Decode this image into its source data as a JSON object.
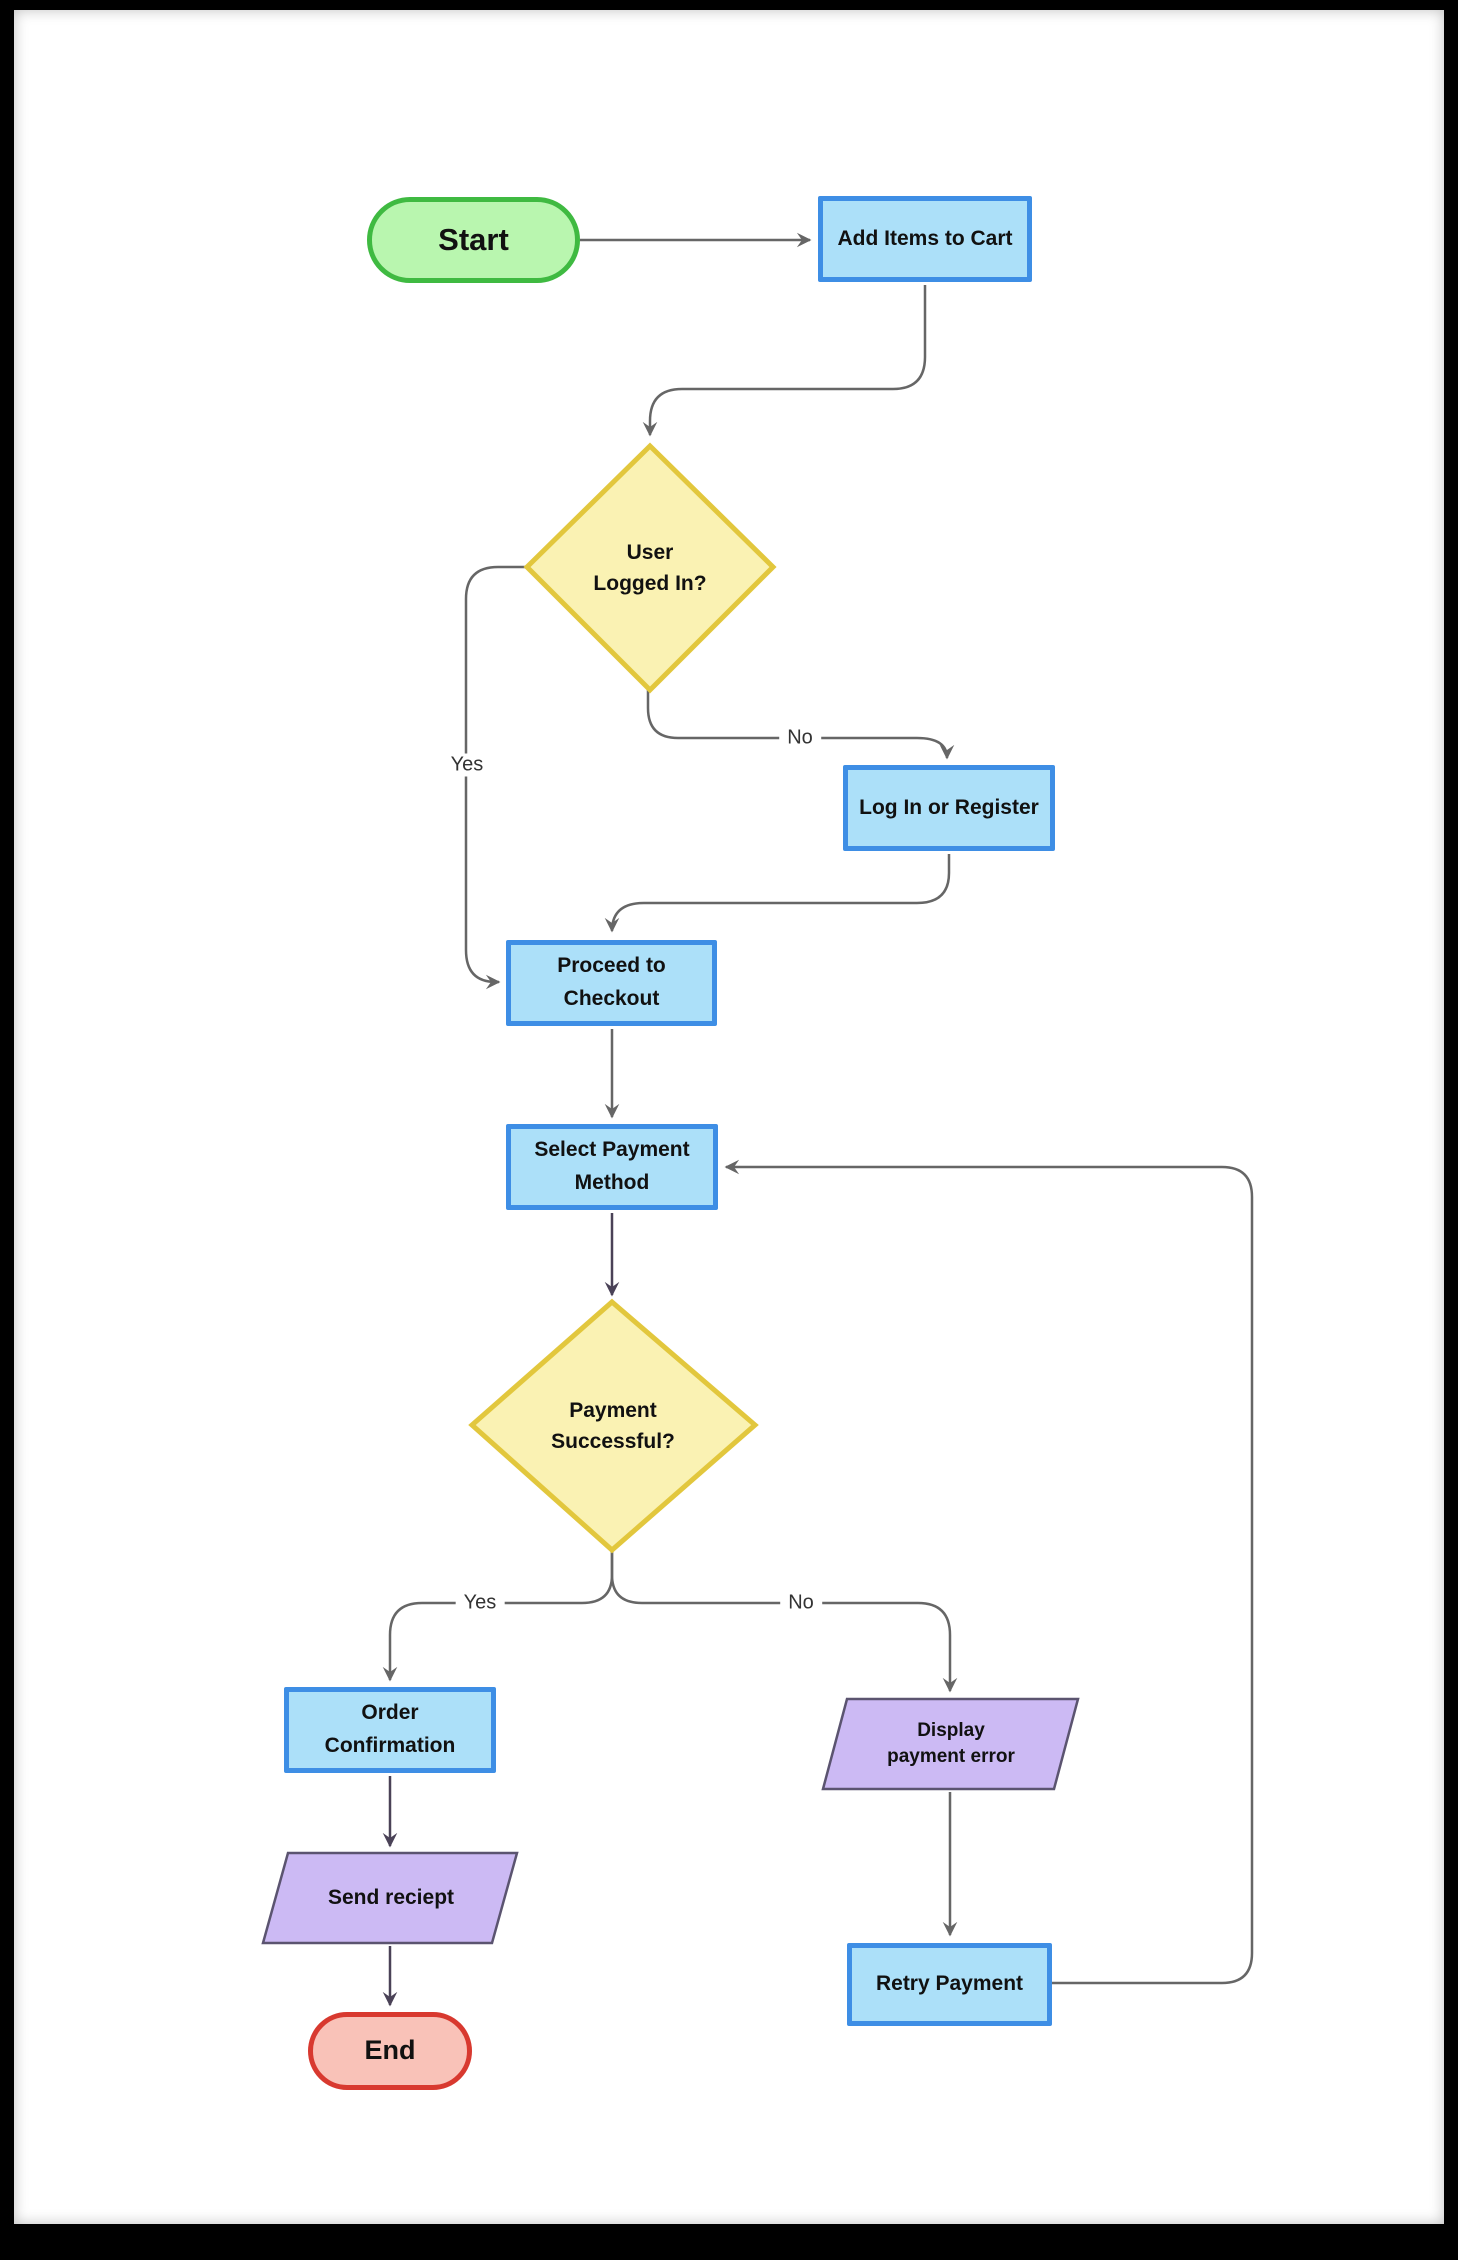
{
  "diagram": {
    "type": "flowchart",
    "nodes": {
      "start": {
        "label": "Start",
        "shape": "terminator"
      },
      "add_items": {
        "label": "Add Items to Cart",
        "shape": "process"
      },
      "user_logged_in": {
        "label": "User\nLogged In?",
        "shape": "decision"
      },
      "login_register": {
        "label": "Log In or Register",
        "shape": "process"
      },
      "proceed_checkout": {
        "label": "Proceed to\nCheckout",
        "shape": "process"
      },
      "select_payment": {
        "label": "Select Payment\nMethod",
        "shape": "process"
      },
      "payment_successful": {
        "label": "Payment\nSuccessful?",
        "shape": "decision"
      },
      "order_confirmation": {
        "label": "Order\nConfirmation",
        "shape": "process"
      },
      "send_receipt": {
        "label": "Send reciept",
        "shape": "io"
      },
      "end": {
        "label": "End",
        "shape": "terminator"
      },
      "display_error": {
        "label": "Display\npayment error",
        "shape": "io"
      },
      "retry_payment": {
        "label": "Retry Payment",
        "shape": "process"
      }
    },
    "edges": [
      {
        "from": "start",
        "to": "add_items",
        "label": ""
      },
      {
        "from": "add_items",
        "to": "user_logged_in",
        "label": ""
      },
      {
        "from": "user_logged_in",
        "to": "proceed_checkout",
        "label": "Yes"
      },
      {
        "from": "user_logged_in",
        "to": "login_register",
        "label": "No"
      },
      {
        "from": "login_register",
        "to": "proceed_checkout",
        "label": ""
      },
      {
        "from": "proceed_checkout",
        "to": "select_payment",
        "label": ""
      },
      {
        "from": "select_payment",
        "to": "payment_successful",
        "label": ""
      },
      {
        "from": "payment_successful",
        "to": "order_confirmation",
        "label": "Yes"
      },
      {
        "from": "payment_successful",
        "to": "display_error",
        "label": "No"
      },
      {
        "from": "order_confirmation",
        "to": "send_receipt",
        "label": ""
      },
      {
        "from": "send_receipt",
        "to": "end",
        "label": ""
      },
      {
        "from": "display_error",
        "to": "retry_payment",
        "label": ""
      },
      {
        "from": "retry_payment",
        "to": "select_payment",
        "label": ""
      }
    ],
    "edge_labels": {
      "user_yes": "Yes",
      "user_no": "No",
      "payment_yes": "Yes",
      "payment_no": "No"
    },
    "colors": {
      "process_fill": "#ace0f9",
      "process_border": "#3e8ee5",
      "start_fill": "#b9f6af",
      "start_border": "#3fba41",
      "decision_fill": "#faf2b3",
      "decision_border": "#e2c73d",
      "io_fill": "#ccbaf4",
      "io_border": "#5b5470",
      "end_fill": "#f9c2b8",
      "end_border": "#d8392f",
      "edge_stroke": "#666666",
      "frame": "#000000",
      "page": "#ffffff"
    }
  }
}
